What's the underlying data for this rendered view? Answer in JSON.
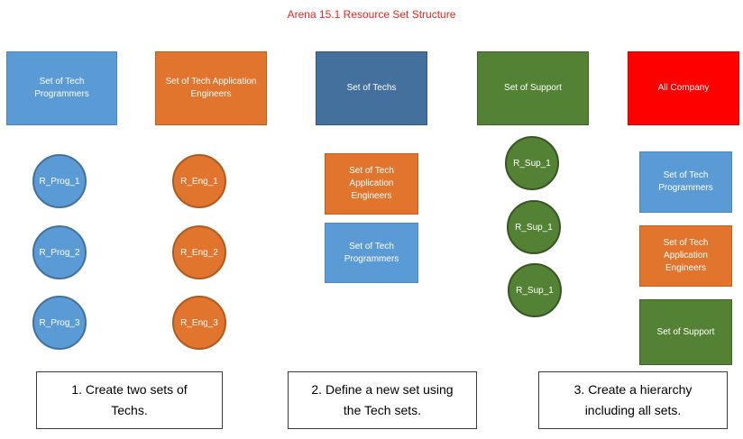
{
  "title": "Arena 15.1 Resource Set Structure",
  "top_sets": [
    "Set of Tech Programmers",
    "Set of Tech Application Engineers",
    "Set of Techs",
    "Set of Support",
    "All Company"
  ],
  "programmers": [
    "R_Prog_1",
    "R_Prog_2",
    "R_Prog_3"
  ],
  "engineers": [
    "R_Eng_1",
    "R_Eng_2",
    "R_Eng_3"
  ],
  "techs_members": [
    "Set of Tech Application Engineers",
    "Set of Tech Programmers"
  ],
  "support_members": [
    "R_Sup_1",
    "R_Sup_1",
    "R_Sup_1"
  ],
  "company_members": [
    "Set of Tech Programmers",
    "Set of Tech Application Engineers",
    "Set of Support"
  ],
  "steps": [
    "1. Create two sets of Techs.",
    "2. Define a new set using the Tech sets.",
    "3. Create a hierarchy including all sets."
  ],
  "colors": {
    "light_blue": "#5b9bd5",
    "orange": "#e1752e",
    "steel_blue": "#44709d",
    "green": "#548235",
    "red": "#ff0000",
    "title_red": "#e8251f"
  }
}
